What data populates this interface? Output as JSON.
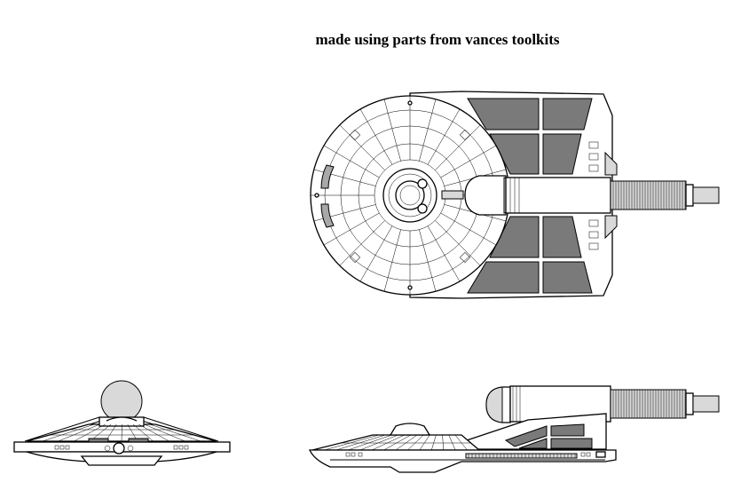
{
  "caption": "made using parts from vances toolkits",
  "views": [
    "top-view",
    "front-view",
    "side-view"
  ],
  "colors": {
    "line": "#000000",
    "panel_dark": "#7a7a7a",
    "panel_light": "#d9d9d9",
    "background": "#ffffff"
  }
}
